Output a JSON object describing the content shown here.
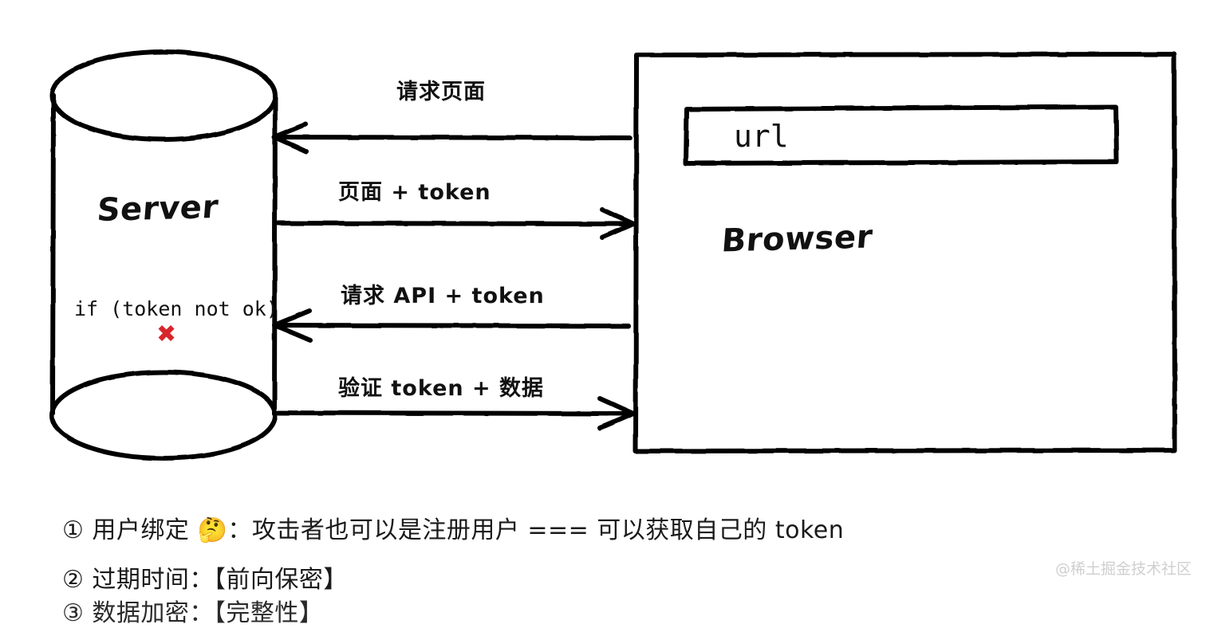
{
  "diagram": {
    "title_alt": "JWT token flow between Server and Browser",
    "server": {
      "label": "Server",
      "condition_text": "if (token not ok)",
      "fail_mark": "✖",
      "fail_mark_color": "#d8262b"
    },
    "browser": {
      "label": "Browser",
      "url_field_value": "url"
    },
    "arrows": [
      {
        "id": "arrow-1",
        "label": "请求页面",
        "direction": "left"
      },
      {
        "id": "arrow-2",
        "label": "页面 + token",
        "direction": "right"
      },
      {
        "id": "arrow-3",
        "label": "请求 API + token",
        "direction": "left"
      },
      {
        "id": "arrow-4",
        "label": "验证 token + 数据",
        "direction": "right"
      }
    ],
    "stroke_color": "#000000"
  },
  "notes": [
    "① 用户绑定 🤔：攻击者也可以是注册用户 === 可以获取自己的 token",
    "② 过期时间：【前向保密】",
    "③ 数据加密：【完整性】"
  ],
  "watermark": "@稀土掘金技术社区"
}
